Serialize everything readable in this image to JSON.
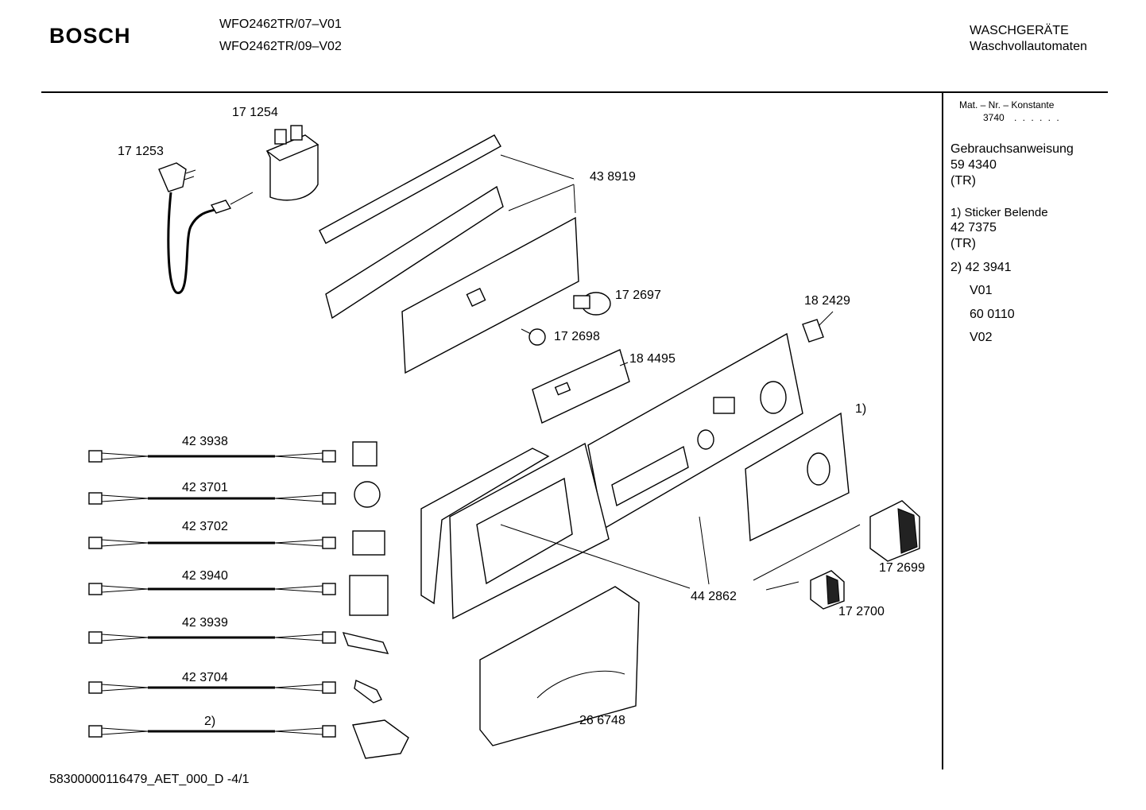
{
  "header": {
    "brand": "BOSCH",
    "model_1": "WFO2462TR/07–V01",
    "model_2": "WFO2462TR/09–V02",
    "category_1": "WASCHGERÄTE",
    "category_2": "Waschvollautomaten"
  },
  "sidebar": {
    "matnr_label": "Mat. – Nr. – Konstante",
    "matnr_value": "3740",
    "matnr_dots": ". .   . . . .",
    "manual_label": "Gebrauchsanweisung",
    "manual_number": "59 4340",
    "manual_lang": "(TR)",
    "sticker_label": "1) Sticker Belende",
    "sticker_number": "42 7375",
    "sticker_lang": "(TR)",
    "note2_label": "2) 42 3941",
    "note2_v1": "V01",
    "note2_code": "60 0110",
    "note2_v2": "V02"
  },
  "parts": {
    "p171253": "17 1253",
    "p171254": "17 1254",
    "p438919": "43 8919",
    "p172697": "17 2697",
    "p172698": "17 2698",
    "p182429": "18 2429",
    "p184495": "18 4495",
    "note1": "1)",
    "p423938": "42 3938",
    "p423701": "42 3701",
    "p423702": "42 3702",
    "p423940": "42 3940",
    "p423939": "42 3939",
    "p423704": "42 3704",
    "note2": "2)",
    "p442862": "44 2862",
    "p172699": "17 2699",
    "p172700": "17 2700",
    "p266748": "26 6748"
  },
  "footer": {
    "doc_id": "58300000116479_AET_000_D -4/1"
  }
}
